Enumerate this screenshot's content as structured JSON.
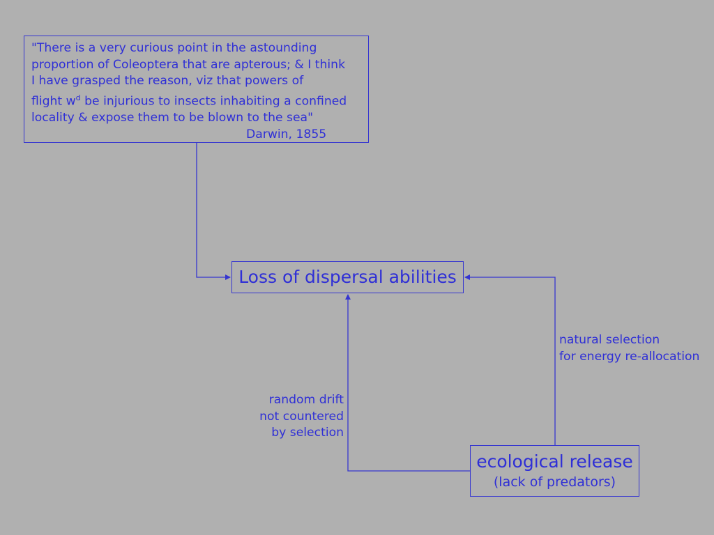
{
  "colors": {
    "background": "#b0b0b0",
    "ink": "#2f2fd6"
  },
  "quote": {
    "lines": [
      "\"There is a very curious point in the astounding",
      "proportion of Coleoptera that are apterous; & I think",
      "I have grasped the reason, viz that powers of",
      "flight w",
      "d",
      " be injurious to insects inhabiting a confined",
      "locality & expose them to be blown to the sea\""
    ],
    "attribution": "Darwin, 1855"
  },
  "nodes": {
    "loss": "Loss of dispersal abilities",
    "ecological": {
      "title": "ecological release",
      "subtitle": "(lack of predators)"
    }
  },
  "edges": {
    "drift": [
      "random drift",
      "not countered",
      "by selection"
    ],
    "natural_selection": [
      "natural selection",
      "for energy re-allocation"
    ]
  }
}
